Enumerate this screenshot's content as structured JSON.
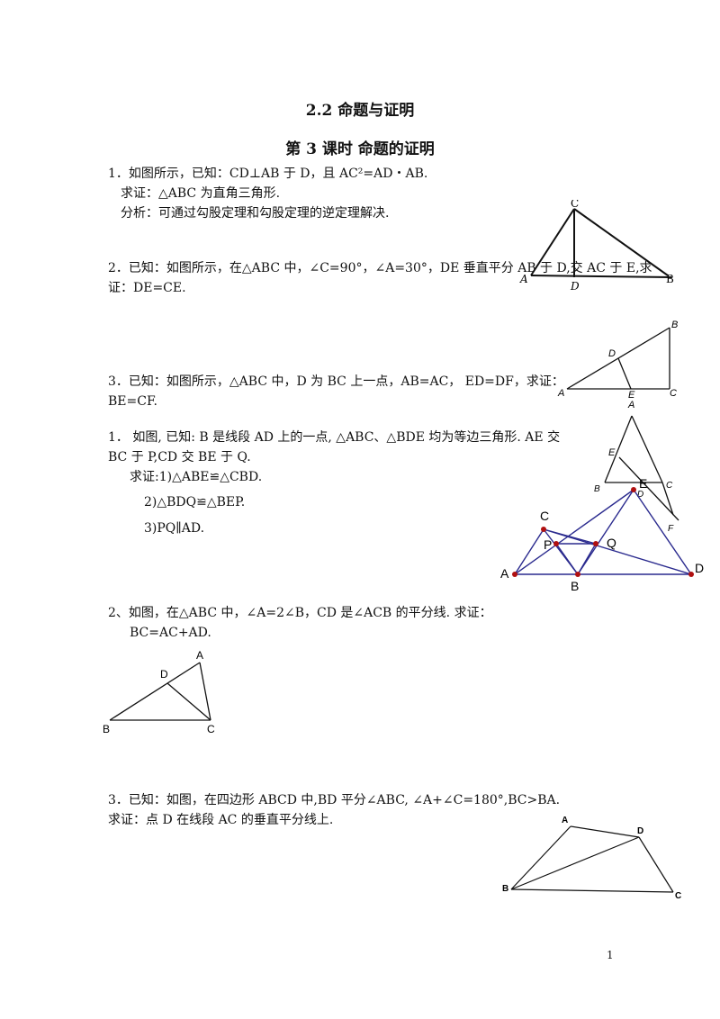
{
  "title1": "2.2  命题与证明",
  "title2": "第 3 课时  命题的证明",
  "p1": {
    "line1": "1．如图所示，已知：CD⊥AB 于 D，且 AC²=AD・AB.",
    "line2": "求证：△ABC 为直角三角形.",
    "line3": "分析：可通过勾股定理和勾股定理的逆定理解决."
  },
  "p2": {
    "line1": "2．已知：如图所示，在△ABC 中，∠C=90°，∠A=30°，DE 垂直平分 AB 于 D,交 AC 于 E,求",
    "line2": "证：DE=CE."
  },
  "p3": {
    "line1": "3．已知：如图所示，△ABC 中，D 为 BC 上一点，AB=AC， ED=DF，求证：",
    "line2": "BE=CF."
  },
  "q1": {
    "line1": "1． 如图, 已知: B 是线段 AD 上的一点, △ABC、△BDE 均为等边三角形. AE 交",
    "line2": "BC 于 P,CD 交 BE 于 Q.",
    "line3": "求证:1)△ABE≌△CBD.",
    "line4": "2)△BDQ≌△BEP.",
    "line5": "3)PQ∥AD."
  },
  "q2": {
    "line1": "2、如图，在△ABC 中，∠A=2∠B，CD 是∠ACB 的平分线. 求证：",
    "line2": "BC=AC+AD."
  },
  "q3": {
    "line1": "3．已知：如图，在四边形 ABCD 中,BD 平分∠ABC, ∠A+∠C=180°,BC>BA.",
    "line2": "求证：点 D 在线段 AC 的垂直平分线上."
  },
  "page_number": "1",
  "figures": {
    "fig1": {
      "C": "C",
      "A": "A",
      "D": "D",
      "B": "B"
    },
    "fig2": {
      "B": "B",
      "D": "D",
      "A": "A",
      "E": "E",
      "C": "C"
    },
    "fig3": {
      "A": "A",
      "E": "E",
      "B": "B",
      "D": "D",
      "C": "C",
      "F": "F"
    },
    "fig4": {
      "C": "C",
      "E": "E",
      "P": "P",
      "Q": "Q",
      "A": "A",
      "B": "B",
      "D": "D"
    },
    "fig5": {
      "A": "A",
      "D": "D",
      "B": "B",
      "C": "C"
    },
    "fig6": {
      "A": "A",
      "D": "D",
      "B": "B",
      "C": "C"
    }
  },
  "colors": {
    "blue_lines": "#2a2a8e",
    "red_points": "#b01010"
  }
}
